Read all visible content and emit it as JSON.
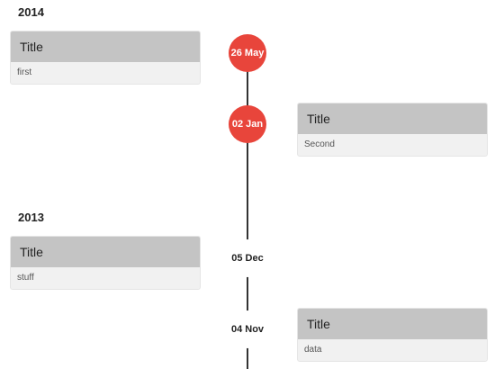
{
  "timeline": {
    "years": [
      {
        "label": "2014"
      },
      {
        "label": "2013"
      }
    ],
    "events": [
      {
        "date": "26 May",
        "title": "Title",
        "body": "first",
        "style": "active",
        "side": "left"
      },
      {
        "date": "02 Jan",
        "title": "Title",
        "body": "Second",
        "style": "active",
        "side": "right"
      },
      {
        "date": "05 Dec",
        "title": "Title",
        "body": "stuff",
        "style": "inactive",
        "side": "left"
      },
      {
        "date": "04 Nov",
        "title": "Title",
        "body": "data",
        "style": "inactive",
        "side": "right"
      }
    ],
    "colors": {
      "active_badge": "#e8453b",
      "card_header": "#c4c4c4",
      "card_body": "#f1f1f1",
      "line": "#333333"
    }
  }
}
